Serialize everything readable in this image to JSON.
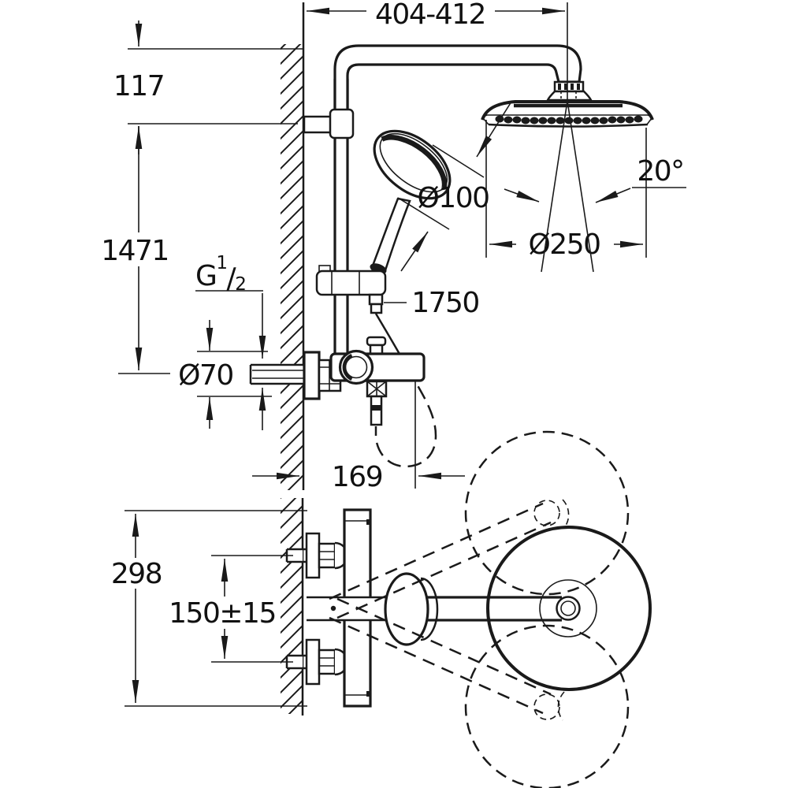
{
  "drawing": {
    "type": "technical-dimension-diagram",
    "subject": "wall-mounted shower system with head shower, hand shower and thermostat valve (side elevation and plan view)",
    "colors": {
      "line": "#1a1a1a",
      "background": "#ffffff"
    },
    "dims": {
      "top_width": "404-412",
      "wall_bracket_offset": "117",
      "rail_height": "1471",
      "thread": {
        "base": "G",
        "numerator": "1",
        "slash": "/",
        "denominator": "2"
      },
      "escutcheon_diameter": "Ø70",
      "hose_length": "1750",
      "hand_shower_diameter": "Ø100",
      "head_shower_diameter": "Ø250",
      "swivel_angle": "20°",
      "valve_depth": "169",
      "valve_width": "298",
      "inlet_spacing": "150±15"
    }
  }
}
